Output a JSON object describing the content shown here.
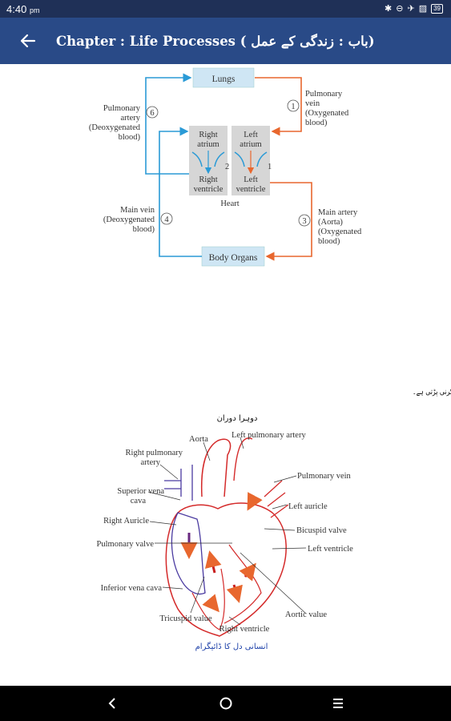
{
  "status_bar": {
    "time": "4:40",
    "ampm": "pm",
    "icons": [
      "bluetooth-icon",
      "dnd-icon",
      "airplane-icon",
      "no-sim-icon",
      "battery-icon"
    ],
    "battery": "39"
  },
  "app_bar": {
    "back_icon": "arrow-left-icon",
    "title": "Chapter : Life Processes ( باب : زندگی کے عمل)"
  },
  "circulation_diagram": {
    "lungs": "Lungs",
    "body_organs": "Body Organs",
    "heart": "Heart",
    "right_atrium": [
      "Right",
      "atrium"
    ],
    "left_atrium": [
      "Left",
      "atrium"
    ],
    "right_ventricle": [
      "Right",
      "ventricle"
    ],
    "left_ventricle": [
      "Left",
      "ventricle"
    ],
    "pulmonary_artery": [
      "Pulmonary",
      "artery",
      "(Deoxygenated",
      "blood)"
    ],
    "pulmonary_vein": [
      "Pulmonary",
      "vein",
      "(Oxygenated",
      "blood)"
    ],
    "main_vein": [
      "Main vein",
      "(Deoxygenated",
      "blood)"
    ],
    "main_artery": [
      "Main artery",
      "(Aorta)",
      "(Oxygenated",
      "blood)"
    ],
    "step_1": "1",
    "step_3": "3",
    "step_4": "4",
    "step_6": "6",
    "small_1": "1",
    "small_2": "2",
    "colors": {
      "oxygenated": "#e8672e",
      "deoxygenated": "#2a9ad6"
    }
  },
  "urdu_text": {
    "line1": "اٹریس کے مقابلے بطنیں کی عضلاتی دیواریں موٹی ہوتی ہیں کیونکہ بطنیں کو پورے جسم میں خون کی فراہمی کرنی پڑتی ہے۔",
    "line2": "دوہرا دوران"
  },
  "heart_diagram": {
    "aorta": "Aorta",
    "left_pulmonary_artery": "Left pulmonary artery",
    "right_pulmonary_artery": [
      "Right pulmonary",
      "artery"
    ],
    "pulmonary_vein": "Pulmonary vein",
    "superior_vena_cava": [
      "Superior vena",
      "cava"
    ],
    "left_auricle": "Left auricle",
    "right_auricle": "Right Auricle",
    "bicuspid_valve": "Bicuspid valve",
    "pulmonary_valve": "Pulmonary valve",
    "left_ventricle": "Left ventricle",
    "inferior_vena_cava": "Inferior vena cava",
    "aortic_value": "Aortic value",
    "tricuspid_value": "Tricuspid value",
    "right_ventricle": "Right ventricle",
    "caption": "انسانی دل کا ڈائیگرام"
  },
  "nav_bar": {
    "back": "nav-back-icon",
    "home": "nav-home-icon",
    "recents": "nav-recents-icon"
  }
}
